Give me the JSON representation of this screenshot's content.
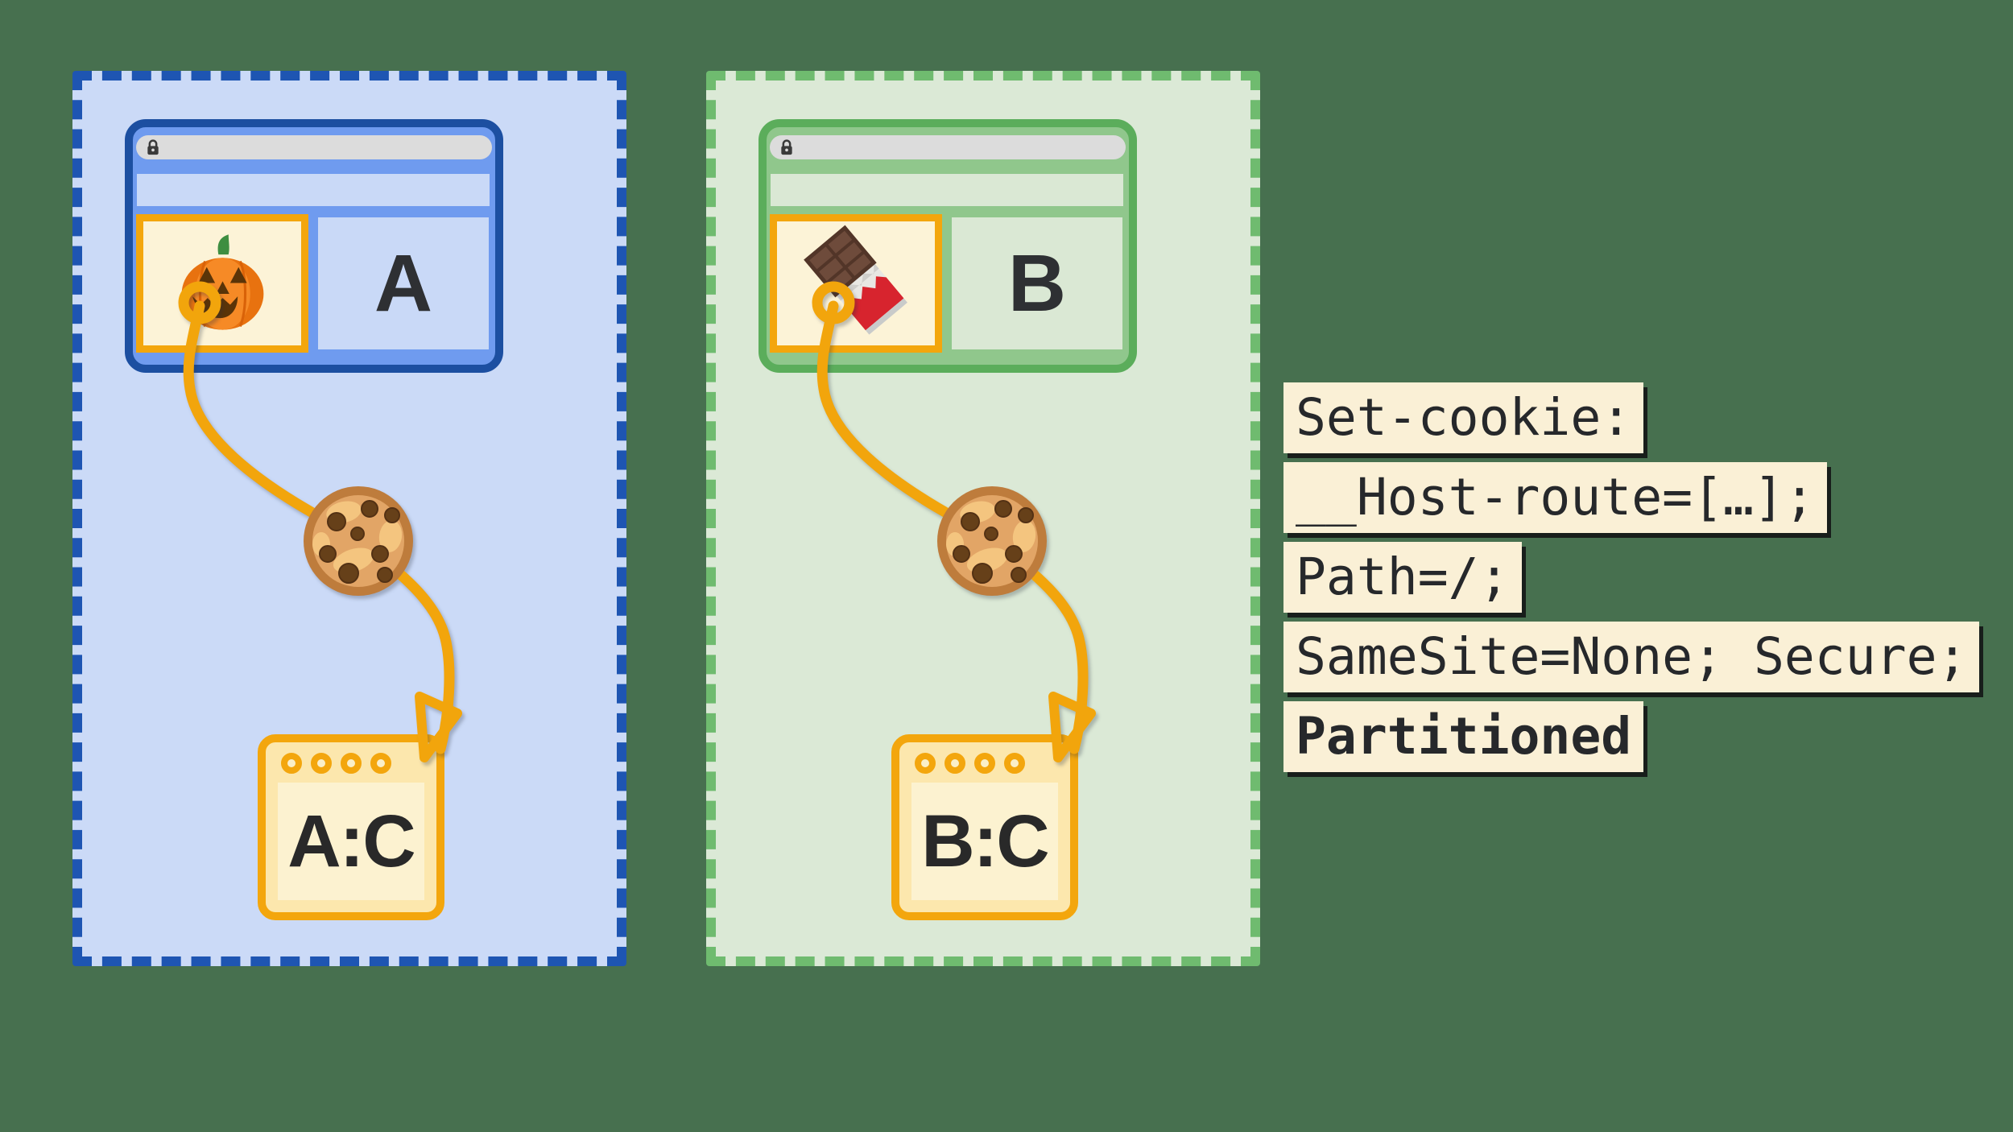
{
  "colors": {
    "background": "#47704F",
    "accent_orange": "#F3A60D",
    "site_a_dash_blue": "#1E55B2",
    "site_a_window_blue": "#6F9BEF",
    "site_b_dash_green": "#6FBB6F",
    "site_b_window_green": "#90C78C",
    "iframe_cream": "#FCF3D7",
    "code_box_cream": "#FAF0D6",
    "code_text": "#26282B"
  },
  "site_a": {
    "letter": "A",
    "jar_label": "A:C",
    "embed_icon": "pumpkin-icon",
    "flow_icons": [
      "ring-anchor-icon",
      "cookie-icon",
      "arrow-head-icon"
    ]
  },
  "site_b": {
    "letter": "B",
    "jar_label": "B:C",
    "embed_icon": "chocolate-icon",
    "flow_icons": [
      "ring-anchor-icon",
      "cookie-icon",
      "arrow-head-icon"
    ]
  },
  "browser": {
    "address_bar_icon": "lock-icon"
  },
  "code_block": {
    "lines": [
      "Set-cookie:",
      "__Host-route=[…];",
      "Path=/;",
      "SameSite=None; Secure;",
      "Partitioned"
    ]
  }
}
